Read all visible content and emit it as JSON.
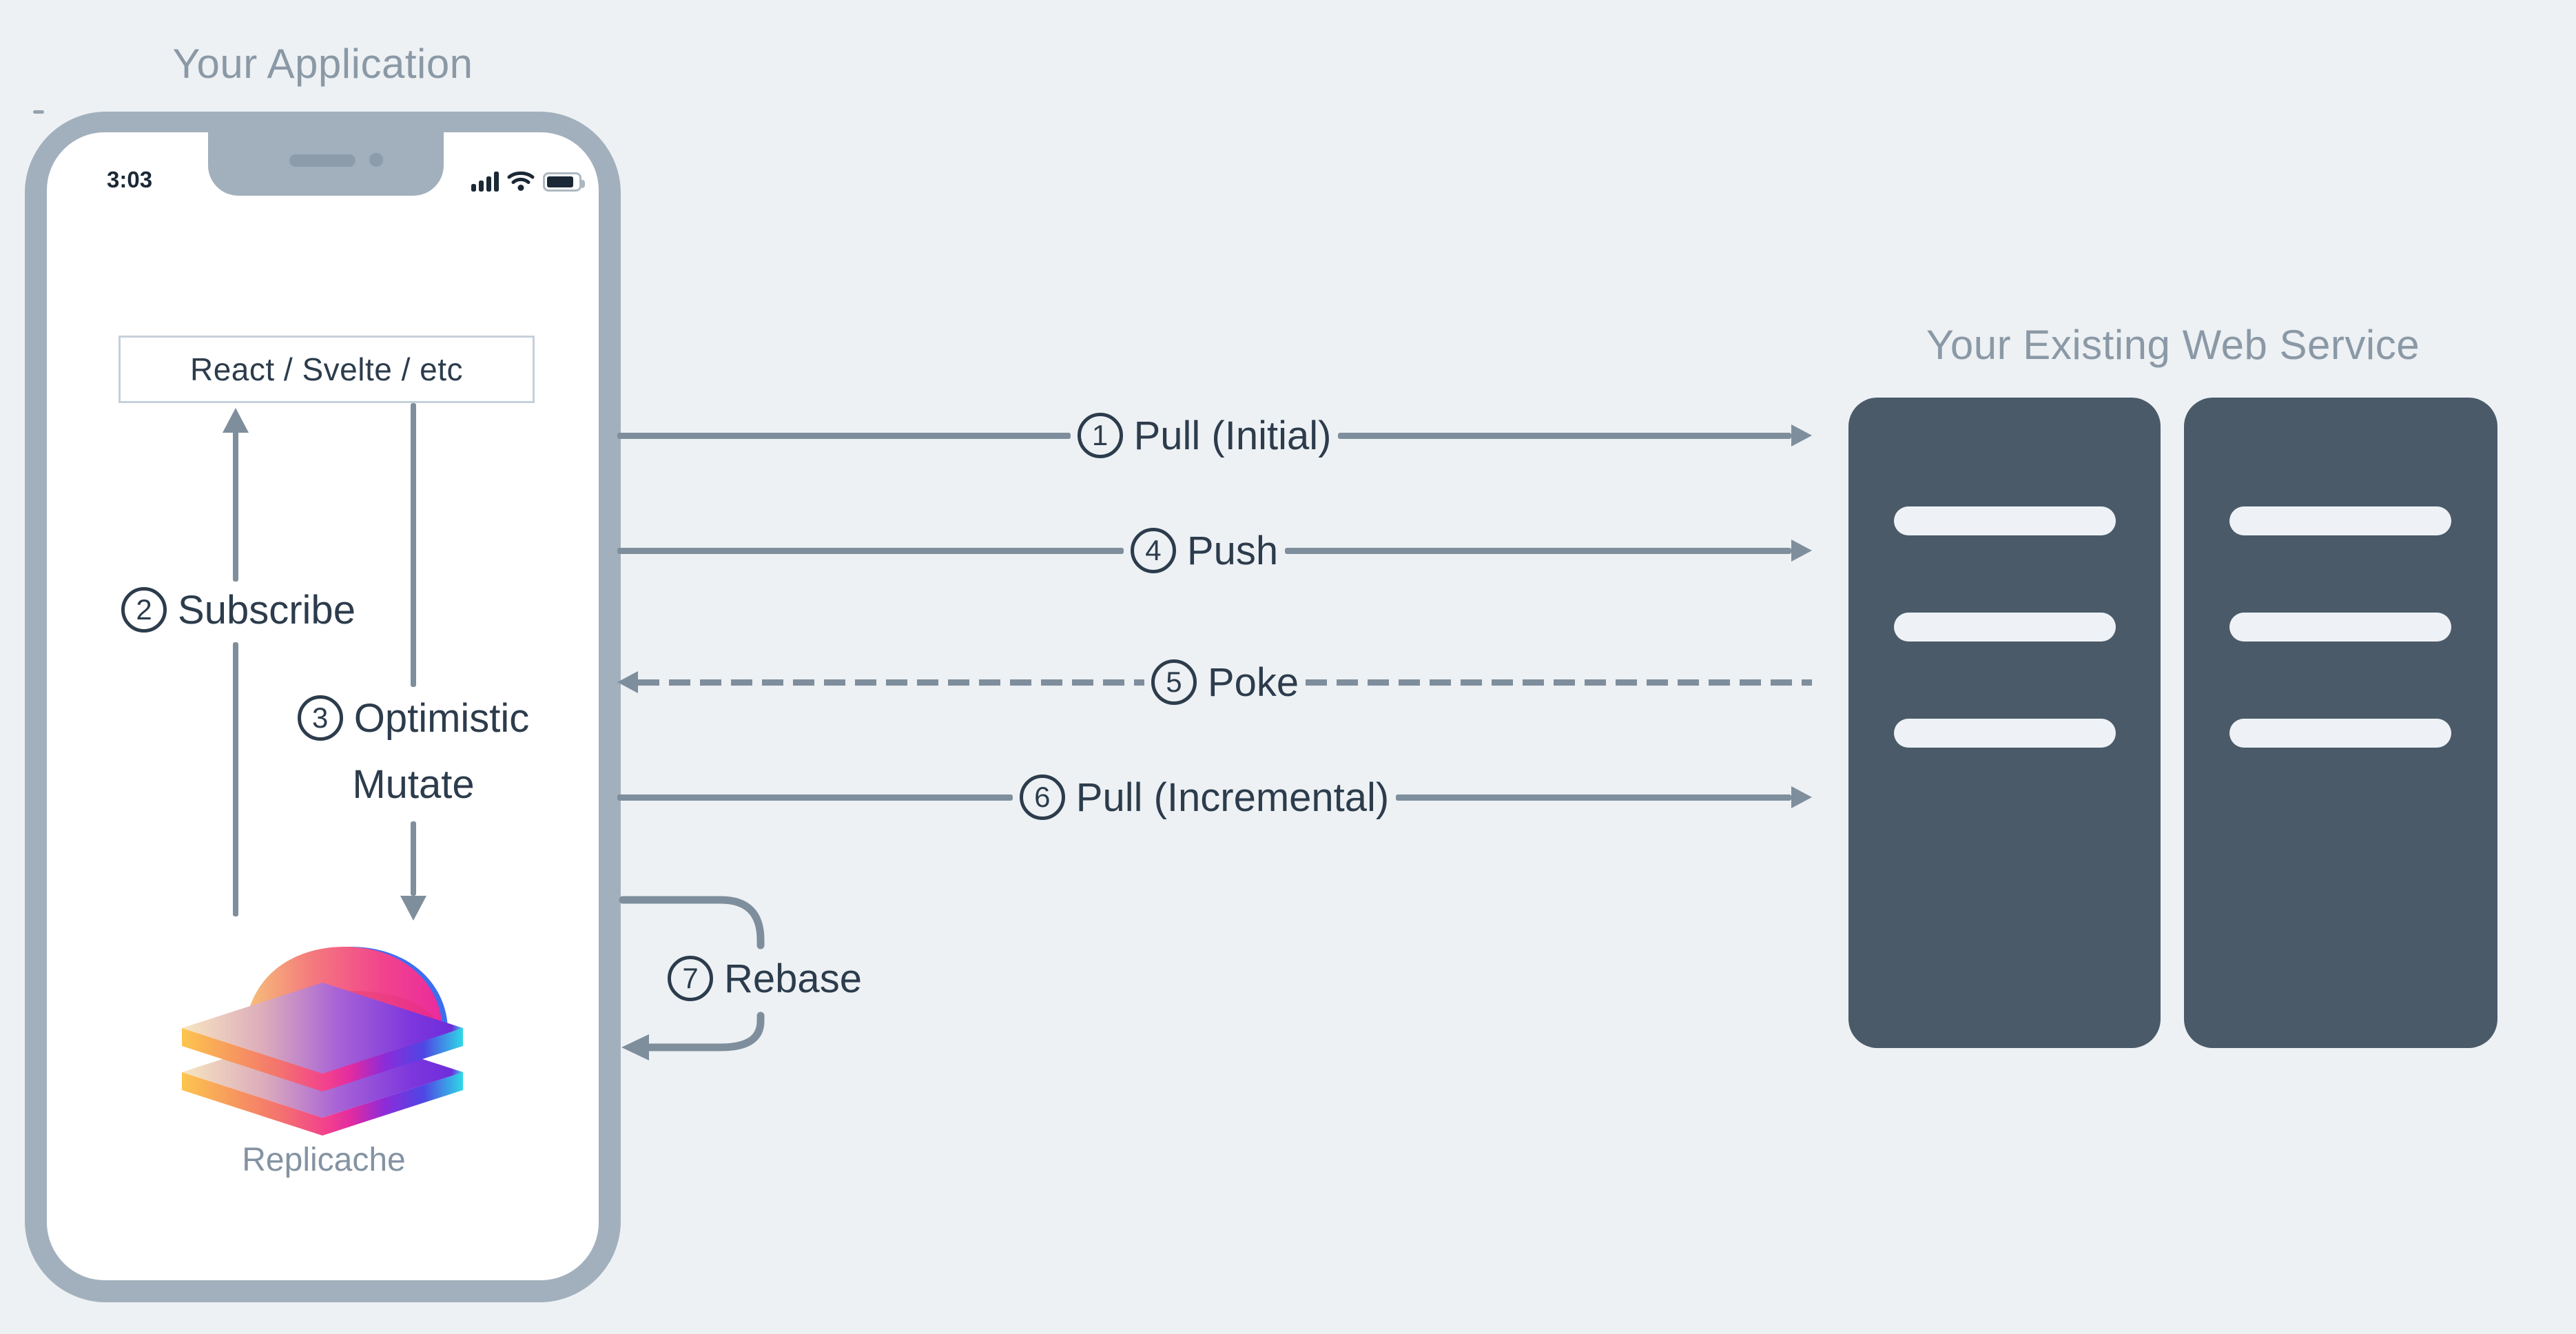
{
  "app": {
    "title": "Your Application",
    "phone": {
      "time": "3:03",
      "status_icons": [
        "signal-icon",
        "wifi-icon",
        "battery-icon"
      ]
    },
    "framework_box": "React / Svelte / etc",
    "logo_caption": "Replicache"
  },
  "service": {
    "title": "Your Existing Web Service",
    "servers": [
      {
        "name": "server-tower",
        "slots": 3
      },
      {
        "name": "server-tower",
        "slots": 3
      }
    ]
  },
  "flows": {
    "pull_initial": {
      "num": "1",
      "label": "Pull (Initial)",
      "style": "solid",
      "direction": "right"
    },
    "subscribe": {
      "num": "2",
      "label": "Subscribe",
      "style": "solid",
      "direction": "up"
    },
    "optimistic_mutate": {
      "num": "3",
      "label_line1": "Optimistic",
      "label_line2": "Mutate",
      "style": "solid",
      "direction": "down"
    },
    "push": {
      "num": "4",
      "label": "Push",
      "style": "solid",
      "direction": "right"
    },
    "poke": {
      "num": "5",
      "label": "Poke",
      "style": "dashed",
      "direction": "left"
    },
    "pull_incremental": {
      "num": "6",
      "label": "Pull (Incremental)",
      "style": "solid",
      "direction": "right"
    },
    "rebase": {
      "num": "7",
      "label": "Rebase",
      "style": "loop",
      "direction": "left"
    }
  },
  "colors": {
    "background": "#edf1f4",
    "line_gray": "#7e8e9c",
    "text_dark": "#2c3c4c",
    "text_muted": "#8b99a6",
    "phone_bezel": "#a2b0bd",
    "server_body": "#4a5a69",
    "server_slot": "#eef2f6",
    "logo_orange": "#f9bd5e",
    "logo_pink": "#f4568c",
    "logo_magenta": "#ec2d9a",
    "logo_purple": "#7c36dd",
    "logo_cyan": "#2fd8e6"
  }
}
